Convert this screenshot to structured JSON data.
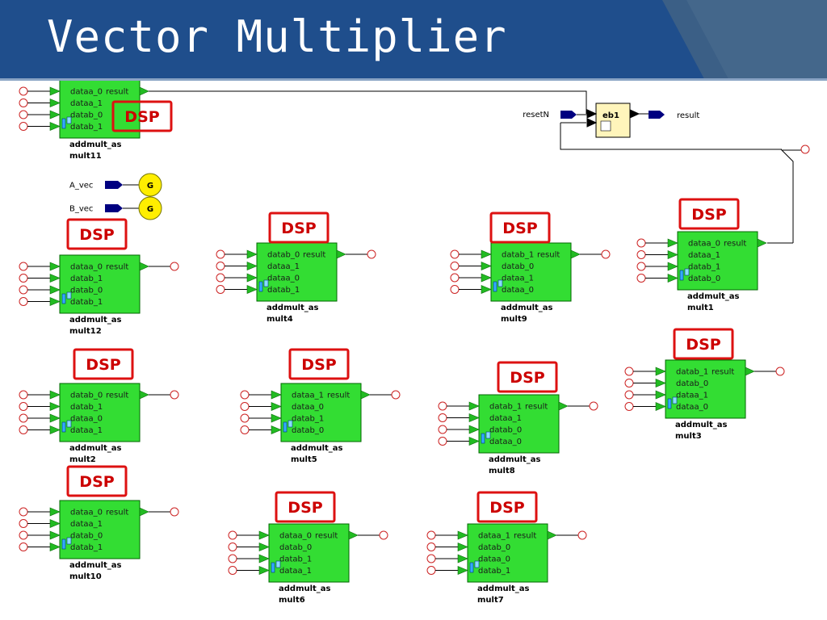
{
  "title": "Vector Multiplier",
  "blocks": [
    {
      "id": "mult11",
      "type": "addmult_as",
      "ports": [
        "dataa_0",
        "dataa_1",
        "datab_0",
        "datab_1"
      ],
      "out": "result"
    },
    {
      "id": "mult12",
      "type": "addmult_as",
      "ports": [
        "dataa_0",
        "datab_1",
        "datab_0",
        "datab_1"
      ],
      "out": "result"
    },
    {
      "id": "mult2",
      "type": "addmult_as",
      "ports": [
        "datab_0",
        "datab_1",
        "dataa_0",
        "dataa_1"
      ],
      "out": "result"
    },
    {
      "id": "mult10",
      "type": "addmult_as",
      "ports": [
        "dataa_0",
        "dataa_1",
        "datab_0",
        "datab_1"
      ],
      "out": "result"
    },
    {
      "id": "mult4",
      "type": "addmult_as",
      "ports": [
        "datab_0",
        "dataa_1",
        "dataa_0",
        "datab_1"
      ],
      "out": "result"
    },
    {
      "id": "mult5",
      "type": "addmult_as",
      "ports": [
        "dataa_1",
        "dataa_0",
        "datab_1",
        "datab_0"
      ],
      "out": "result"
    },
    {
      "id": "mult6",
      "type": "addmult_as",
      "ports": [
        "dataa_0",
        "datab_0",
        "datab_1",
        "dataa_1"
      ],
      "out": "result"
    },
    {
      "id": "mult9",
      "type": "addmult_as",
      "ports": [
        "datab_1",
        "datab_0",
        "dataa_1",
        "dataa_0"
      ],
      "out": "result"
    },
    {
      "id": "mult8",
      "type": "addmult_as",
      "ports": [
        "datab_1",
        "dataa_1",
        "datab_0",
        "dataa_0"
      ],
      "out": "result"
    },
    {
      "id": "mult7",
      "type": "addmult_as",
      "ports": [
        "dataa_1",
        "datab_0",
        "dataa_0",
        "datab_1"
      ],
      "out": "result"
    },
    {
      "id": "mult1",
      "type": "addmult_as",
      "ports": [
        "dataa_0",
        "dataa_1",
        "datab_1",
        "datab_0"
      ],
      "out": "result"
    },
    {
      "id": "mult3",
      "type": "addmult_as",
      "ports": [
        "datab_1",
        "datab_0",
        "dataa_1",
        "dataa_0"
      ],
      "out": "result"
    }
  ],
  "dsp_label": "DSP",
  "generators": [
    {
      "signal": "A_vec",
      "glyph": "G"
    },
    {
      "signal": "B_vec",
      "glyph": "G"
    }
  ],
  "register": {
    "name": "eb1",
    "input_label": "resetN",
    "output_label": "result"
  },
  "colors": {
    "block_fill": "#33dd33",
    "block_stroke": "#006600",
    "port_arrow": "#22bb22",
    "dsp_red": "#dd1111",
    "generator_fill": "#ffee00",
    "signal_navy": "#000080",
    "register_fill": "#fff5bb"
  }
}
